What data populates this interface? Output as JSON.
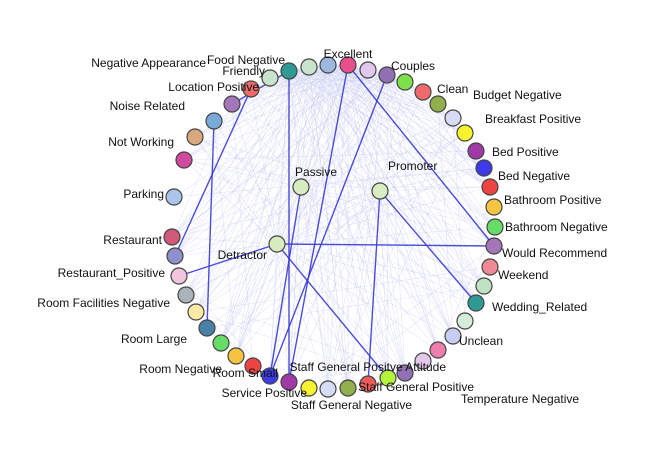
{
  "nodes": [
    {
      "id": "food_negative",
      "label": "Food Negative",
      "color": "#2e9a94"
    },
    {
      "id": "excellent",
      "label": "Excellent",
      "color": "#e84f8c"
    },
    {
      "id": "n_mint1",
      "label": "",
      "color": "#c8e4cc"
    },
    {
      "id": "n_blue1",
      "label": "",
      "color": "#9db8df"
    },
    {
      "id": "n_lav1",
      "label": "",
      "color": "#e2c8ec"
    },
    {
      "id": "couples",
      "label": "Couples",
      "color": "#9170b3"
    },
    {
      "id": "n_green1",
      "label": "",
      "color": "#7ee04a"
    },
    {
      "id": "clean",
      "label": "Clean",
      "color": "#ef6a6a"
    },
    {
      "id": "n_olive1",
      "label": "",
      "color": "#8fb04a"
    },
    {
      "id": "budget_negative",
      "label": "Budget Negative",
      "color": "#d7dcf5"
    },
    {
      "id": "breakfast_positive",
      "label": "Breakfast Positive",
      "color": "#f7f22e"
    },
    {
      "id": "bed_positive",
      "label": "Bed Positive",
      "color": "#a03aa6"
    },
    {
      "id": "bed_negative",
      "label": "Bed Negative",
      "color": "#3b3bea"
    },
    {
      "id": "n_red1",
      "label": "",
      "color": "#ee4444"
    },
    {
      "id": "bathroom_positive",
      "label": "Bathroom Positive",
      "color": "#f5c542"
    },
    {
      "id": "bathroom_negative",
      "label": "Bathroom Negative",
      "color": "#66dd66"
    },
    {
      "id": "would_recommend",
      "label": "Would Recommend",
      "color": "#a276b8"
    },
    {
      "id": "weekend",
      "label": "Weekend",
      "color": "#ee8a96"
    },
    {
      "id": "n_mint2",
      "label": "",
      "color": "#bfe2c2"
    },
    {
      "id": "wedding_related",
      "label": "Wedding_Related",
      "color": "#2e9a94"
    },
    {
      "id": "n_mint3",
      "label": "",
      "color": "#d5ecd8"
    },
    {
      "id": "unclean",
      "label": "Unclean",
      "color": "#c9cdf3"
    },
    {
      "id": "n_pink1",
      "label": "",
      "color": "#ee7fad"
    },
    {
      "id": "n_lav2",
      "label": "",
      "color": "#e2c8ec"
    },
    {
      "id": "temperature_negative",
      "label": "Temperature Negative",
      "color": "#9170b3"
    },
    {
      "id": "staff_general_positive_attitude",
      "label": "Staff General Positve Attitude",
      "color": "#b5f43c"
    },
    {
      "id": "staff_general_positive",
      "label": "Staff General Positive",
      "color": "#ee5b5b"
    },
    {
      "id": "n_olive2",
      "label": "",
      "color": "#8fb04a"
    },
    {
      "id": "staff_general_negative",
      "label": "Staff General Negative",
      "color": "#d7dcf5"
    },
    {
      "id": "n_yellow1",
      "label": "",
      "color": "#f7f22e"
    },
    {
      "id": "service_positive",
      "label": "Service Positive",
      "color": "#a03aa6"
    },
    {
      "id": "room_small",
      "label": "Room Small",
      "color": "#3b3bea"
    },
    {
      "id": "n_red2",
      "label": "",
      "color": "#ee4444"
    },
    {
      "id": "room_negative",
      "label": "Room Negative",
      "color": "#f5c542"
    },
    {
      "id": "n_green2",
      "label": "",
      "color": "#66dd66"
    },
    {
      "id": "room_large",
      "label": "Room Large",
      "color": "#4a7fa8"
    },
    {
      "id": "n_cream1",
      "label": "",
      "color": "#fbe9a8"
    },
    {
      "id": "room_facilities_negative",
      "label": "Room Facilities Negative",
      "color": "#aab3b8"
    },
    {
      "id": "restaurant_positive",
      "label": "Restaurant_Positive",
      "color": "#f2c4de"
    },
    {
      "id": "n_purple3",
      "label": "",
      "color": "#8f8fcc"
    },
    {
      "id": "restaurant",
      "label": "Restaurant",
      "color": "#d05a78"
    },
    {
      "id": "parking",
      "label": "Parking",
      "color": "#a9c6e8"
    },
    {
      "id": "not_working",
      "label": "Not Working",
      "color": "#d04aa0"
    },
    {
      "id": "n_tan1",
      "label": "",
      "color": "#d8a880"
    },
    {
      "id": "noise_related",
      "label": "Noise Related",
      "color": "#7aaad8"
    },
    {
      "id": "n_purple4",
      "label": "",
      "color": "#a276b8"
    },
    {
      "id": "location_positive",
      "label": "Location Positive",
      "color": "#ef6a6a"
    },
    {
      "id": "friendly",
      "label": "Friendly",
      "color": "#c8e4cc"
    },
    {
      "id": "negative_appearance",
      "label": "Negative Appearance",
      "color": "#ffffff"
    },
    {
      "id": "passive",
      "label": "Passive",
      "color": "#d8ecc2"
    },
    {
      "id": "promoter",
      "label": "Promoter",
      "color": "#d8ecc2"
    },
    {
      "id": "detractor",
      "label": "Detractor",
      "color": "#d8ecc2"
    }
  ],
  "strong_edges": [
    [
      "food_negative",
      "service_positive"
    ],
    [
      "couples",
      "room_small"
    ],
    [
      "excellent",
      "service_positive"
    ],
    [
      "promoter",
      "wedding_related"
    ],
    [
      "promoter",
      "staff_general_positive"
    ],
    [
      "detractor",
      "restaurant_positive"
    ],
    [
      "detractor",
      "would_recommend"
    ],
    [
      "passive",
      "room_small"
    ],
    [
      "noise_related",
      "room_large"
    ],
    [
      "location_positive",
      "n_purple3"
    ],
    [
      "food_negative",
      "n_purple4"
    ],
    [
      "excellent",
      "would_recommend"
    ],
    [
      "detractor",
      "staff_general_positive_attitude"
    ]
  ],
  "colors": {
    "strong_edge": "#3a3ad6",
    "weak_edge": "#c2c6f0",
    "node_stroke": "#444444"
  }
}
